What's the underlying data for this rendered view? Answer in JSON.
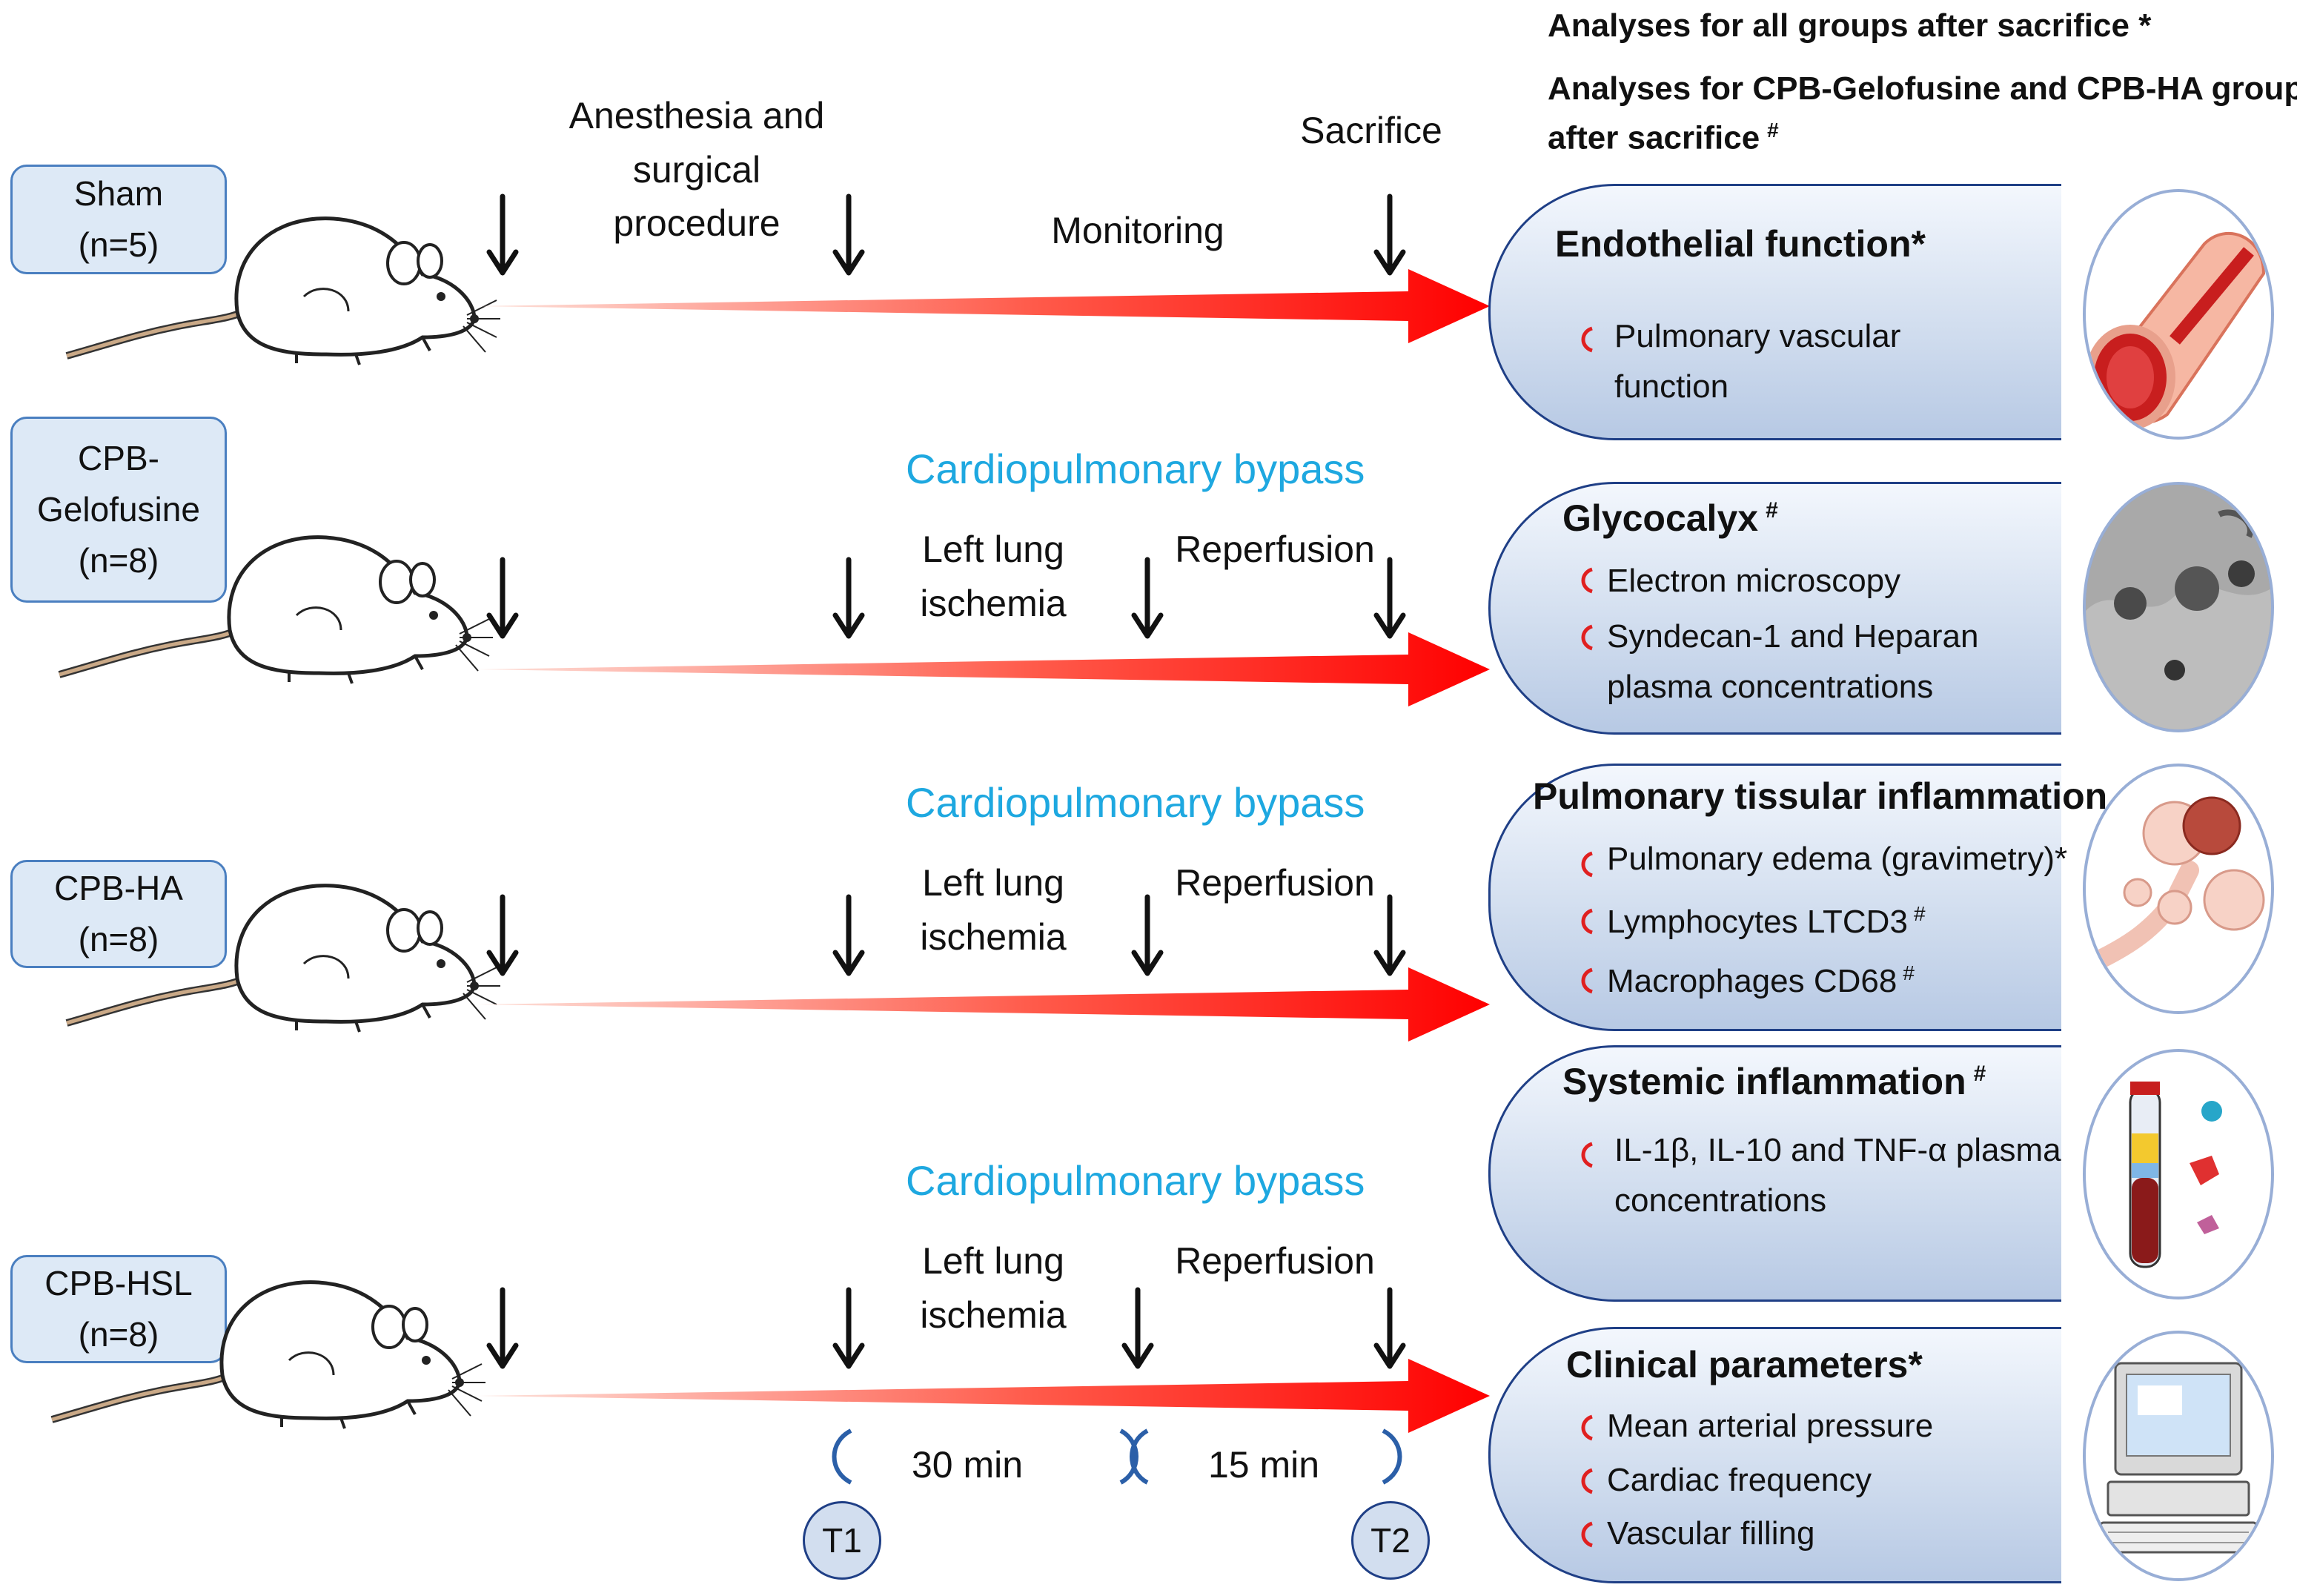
{
  "header": {
    "line1": "Analyses for all groups after sacrifice *",
    "line2a": "Analyses for CPB-Gelofusine and CPB-HA groups",
    "line2b": "after sacrifice",
    "hash": "#"
  },
  "timeline_labels": {
    "anesthesia": [
      "Anesthesia and",
      "surgical",
      "procedure"
    ],
    "monitoring": "Monitoring",
    "sacrifice": "Sacrifice",
    "cpb": "Cardiopulmonary bypass",
    "ischemia": [
      "Left lung",
      "ischemia"
    ],
    "reperfusion": "Reperfusion"
  },
  "groups": [
    {
      "lines": [
        "Sham",
        "(n=5)"
      ]
    },
    {
      "lines": [
        "CPB-",
        "Gelofusine",
        "(n=8)"
      ]
    },
    {
      "lines": [
        "CPB-HA",
        "(n=8)"
      ]
    },
    {
      "lines": [
        "CPB-HSL",
        "(n=8)"
      ]
    }
  ],
  "timing": {
    "t1": "T1",
    "t2": "T2",
    "d1": "30 min",
    "d2": "15 min"
  },
  "panels": [
    {
      "title": "Endothelial function*",
      "items": [
        "Pulmonary vascular",
        "function"
      ],
      "icon": "blood-vessel-icon"
    },
    {
      "title": "Glycocalyx",
      "title_mark": "#",
      "items": [
        "Electron microscopy",
        "Syndecan-1 and Heparan",
        "plasma concentrations"
      ],
      "icon": "electron-micrograph-icon"
    },
    {
      "title": "Pulmonary tissular inflammation",
      "items": [
        "Pulmonary edema (gravimetry)*",
        "Lymphocytes LTCD3",
        "Macrophages CD68"
      ],
      "item_marks": [
        "",
        "#",
        "#"
      ],
      "icon": "lung-alveoli-icon"
    },
    {
      "title": "Systemic inflammation",
      "title_mark": "#",
      "items": [
        "IL-1β, IL-10 and TNF-α plasma",
        "concentrations"
      ],
      "icon": "blood-tube-icon"
    },
    {
      "title": "Clinical parameters*",
      "items": [
        "Mean arterial pressure",
        "Cardiac frequency",
        "Vascular filling"
      ],
      "icon": "computer-monitor-icon"
    }
  ],
  "colors": {
    "arrow_start": "#fde3dc",
    "arrow_end": "#ff0000",
    "cpb_text": "#1ea8e0",
    "box_fill": "#dde9f6",
    "box_border": "#4a7fc0",
    "bullet": "#e02020",
    "panel_border": "#1f3f86"
  }
}
